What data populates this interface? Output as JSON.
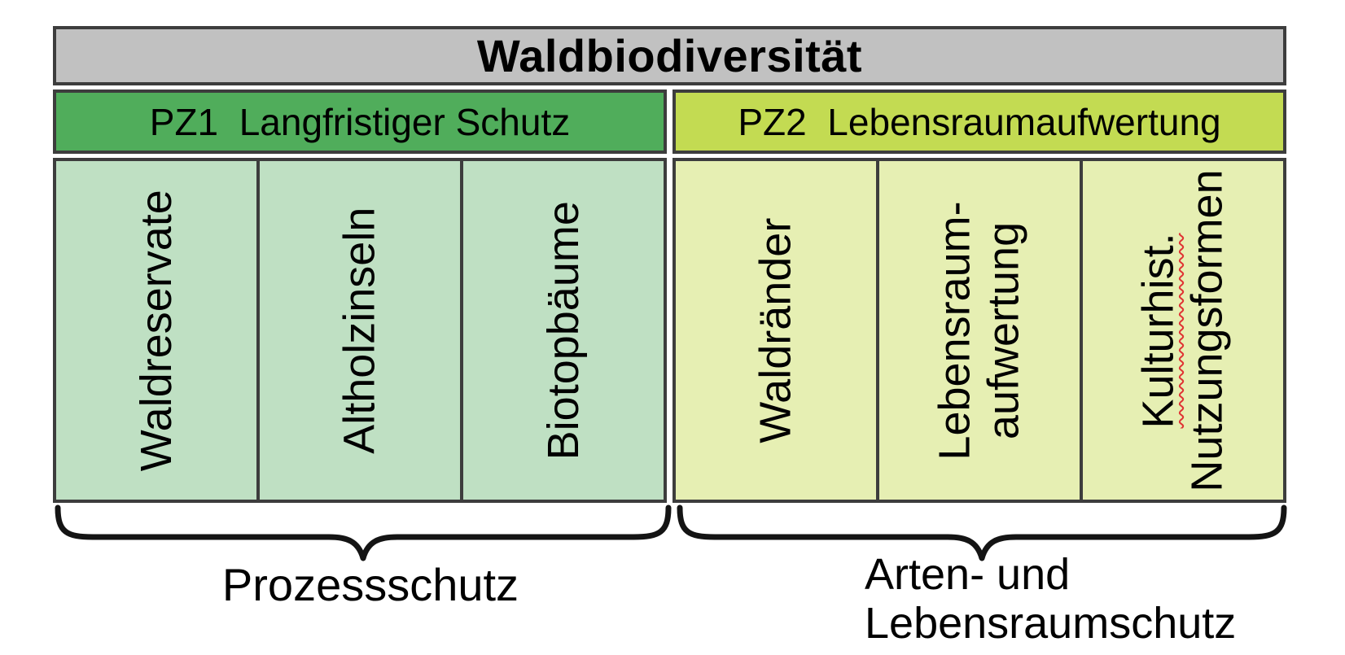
{
  "title": "Waldbiodiversität",
  "groups": [
    {
      "code": "PZ1",
      "header": "PZ1  Langfristiger Schutz",
      "cells": [
        {
          "line1": "Waldreservate"
        },
        {
          "line1": "Altholzinseln"
        },
        {
          "line1": "Biotopbäume"
        }
      ],
      "brace_label": "Prozessschutz"
    },
    {
      "code": "PZ2",
      "header": "PZ2  Lebensraumaufwertung",
      "cells": [
        {
          "line1": "Waldränder"
        },
        {
          "line1": "Lebensraum-",
          "line2": "aufwertung"
        },
        {
          "line1": "Kulturhist.",
          "line2": "Nutzungsformen",
          "line1_misspelled": true
        }
      ],
      "brace_label": "Arten- und\nLebensraumschutz"
    }
  ],
  "colors": {
    "title_bg": "#c1c1c1",
    "pz1_header_bg": "#50ad5b",
    "pz2_header_bg": "#c3db52",
    "pz1_cell_bg": "#bfe0c3",
    "pz2_cell_bg": "#e6efb3",
    "border": "#3d3d3d",
    "spellcheck_underline": "#e03434",
    "text": "#000000"
  }
}
